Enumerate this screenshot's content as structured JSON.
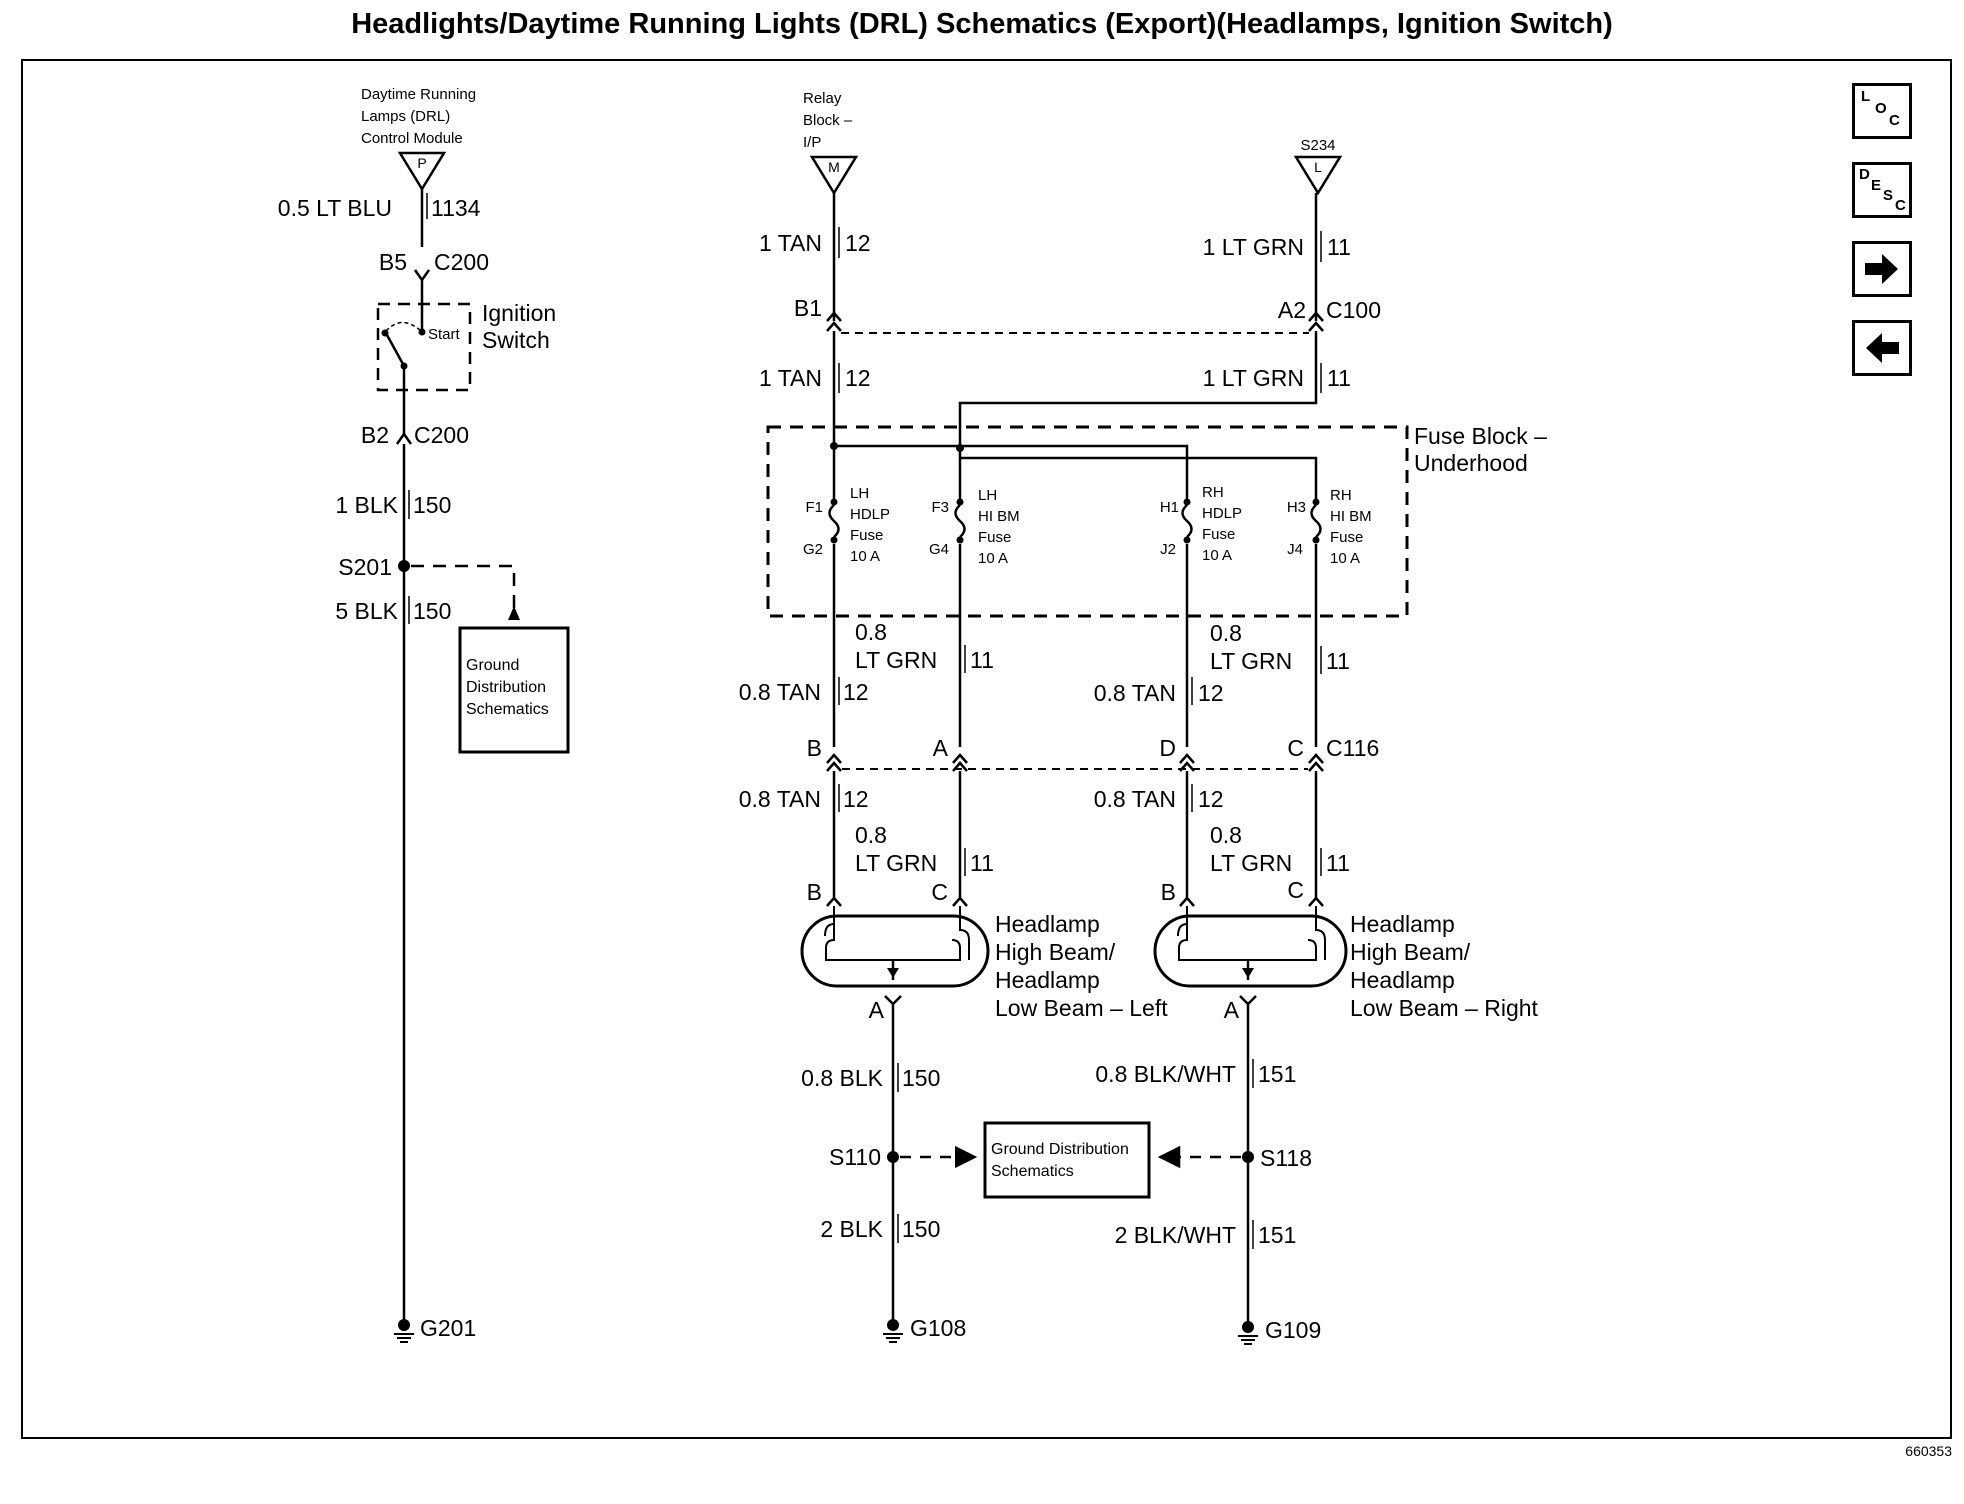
{
  "title": "Headlights/Daytime Running Lights (DRL) Schematics (Export)(Headlamps, Ignition Switch)",
  "figure_id": "660353",
  "nav": {
    "loc": {
      "l1": "L",
      "l2": "O",
      "l3": "C"
    },
    "desc": {
      "l1": "D",
      "l2": "E",
      "l3": "S",
      "l4": "C"
    },
    "next_icon": "arrow-right-icon",
    "prev_icon": "arrow-left-icon"
  },
  "sources": {
    "drl": {
      "line1": "Daytime Running",
      "line2": "Lamps (DRL)",
      "line3": "Control Module",
      "pin": "P"
    },
    "relay": {
      "line1": "Relay",
      "line2": "Block –",
      "line3": "I/P",
      "pin": "M"
    },
    "s234": {
      "name": "S234",
      "pin": "L"
    }
  },
  "wires": {
    "w_drl": {
      "gauge": "0.5 LT BLU",
      "circuit": "1134"
    },
    "w_ign_out": {
      "gauge": "1 BLK",
      "circuit": "150"
    },
    "w_s201_out": {
      "gauge": "5 BLK",
      "circuit": "150"
    },
    "w_relay_top": {
      "gauge": "1 TAN",
      "circuit": "12"
    },
    "w_relay_mid": {
      "gauge": "1 TAN",
      "circuit": "12"
    },
    "w_s234_top": {
      "gauge": "1 LT GRN",
      "circuit": "11"
    },
    "w_s234_mid": {
      "gauge": "1 LT GRN",
      "circuit": "11"
    },
    "w_lgrn_a_l1": "0.8",
    "w_lgrn_a_l2": "LT GRN",
    "w_lgrn_a_c": "11",
    "w_tan_a": {
      "gauge": "0.8 TAN",
      "circuit": "12"
    },
    "w_lgrn_b_l1": "0.8",
    "w_lgrn_b_l2": "LT GRN",
    "w_lgrn_b_c": "11",
    "w_tan_b": {
      "gauge": "0.8 TAN",
      "circuit": "12"
    },
    "w_tan_c": {
      "gauge": "0.8 TAN",
      "circuit": "12"
    },
    "w_lgrn_c_l1": "0.8",
    "w_lgrn_c_l2": "LT GRN",
    "w_lgrn_c_c": "11",
    "w_tan_d": {
      "gauge": "0.8 TAN",
      "circuit": "12"
    },
    "w_lgrn_d_l1": "0.8",
    "w_lgrn_d_l2": "LT GRN",
    "w_lgrn_d_c": "11",
    "w_gnd_l1": {
      "gauge": "0.8 BLK",
      "circuit": "150"
    },
    "w_gnd_l2": {
      "gauge": "2 BLK",
      "circuit": "150"
    },
    "w_gnd_r1": {
      "gauge": "0.8 BLK/WHT",
      "circuit": "151"
    },
    "w_gnd_r2": {
      "gauge": "2 BLK/WHT",
      "circuit": "151"
    }
  },
  "connectors": {
    "c200_top": {
      "pin": "B5",
      "name": "C200"
    },
    "c200_bot": {
      "pin": "B2",
      "name": "C200"
    },
    "c100": {
      "pin_l": "B1",
      "pin_r": "A2",
      "name": "C100"
    },
    "c116": {
      "pin1": "B",
      "pin2": "A",
      "pin3": "D",
      "pin4": "C",
      "name": "C116"
    },
    "lamp_left": {
      "pin_b": "B",
      "pin_c": "C",
      "pin_a": "A"
    },
    "lamp_right": {
      "pin_b": "B",
      "pin_c": "C",
      "pin_a": "A"
    }
  },
  "ignition_switch": {
    "line1": "Ignition",
    "line2": "Switch",
    "position": "Start"
  },
  "fuse_block": {
    "line1": "Fuse Block –",
    "line2": "Underhood",
    "fuses": [
      {
        "in_pin": "F1",
        "out_pin": "G2",
        "l1": "LH",
        "l2": "HDLP",
        "l3": "Fuse",
        "rating": "10 A"
      },
      {
        "in_pin": "F3",
        "out_pin": "G4",
        "l1": "LH",
        "l2": "HI BM",
        "l3": "Fuse",
        "rating": "10 A"
      },
      {
        "in_pin": "H1",
        "out_pin": "J2",
        "l1": "RH",
        "l2": "HDLP",
        "l3": "Fuse",
        "rating": "10 A"
      },
      {
        "in_pin": "H3",
        "out_pin": "J4",
        "l1": "RH",
        "l2": "HI BM",
        "l3": "Fuse",
        "rating": "10 A"
      }
    ]
  },
  "splices": {
    "s201": "S201",
    "s110": "S110",
    "s118": "S118"
  },
  "grounds": {
    "g201": "G201",
    "g108": "G108",
    "g109": "G109"
  },
  "ground_ref": {
    "top": {
      "line1": "Ground",
      "line2": "Distribution",
      "line3": "Schematics"
    },
    "bottom": {
      "line1": "Ground Distribution",
      "line2": "Schematics"
    }
  },
  "headlamps": {
    "left": {
      "line1": "Headlamp",
      "line2": "High Beam/",
      "line3": "Headlamp",
      "line4": "Low Beam – Left"
    },
    "right": {
      "line1": "Headlamp",
      "line2": "High Beam/",
      "line3": "Headlamp",
      "line4": "Low Beam – Right"
    }
  }
}
